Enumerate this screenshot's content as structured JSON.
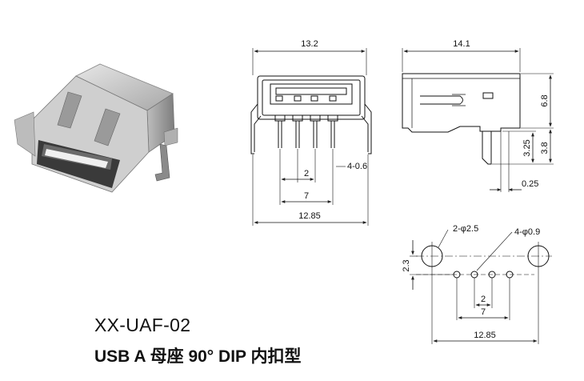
{
  "title": {
    "part_number": "XX-UAF-02",
    "description": "USB A 母座 90° DIP 内扣型"
  },
  "front_view": {
    "width_top": "13.2",
    "pin_pitch": "2",
    "pin_span": "7",
    "bottom_width": "12.85",
    "pin_spec": "4-0.6"
  },
  "side_view": {
    "length": "14.1",
    "height": "6.8",
    "pin_offset": "3.25",
    "pin_length": "3.8",
    "shell_thickness": "0.25"
  },
  "pcb_layout": {
    "large_holes": "2-φ2.5",
    "small_holes": "4-φ0.9",
    "hole_offset": "2.3",
    "pin_pitch": "2",
    "pin_span": "7",
    "hole_span": "12.85"
  }
}
